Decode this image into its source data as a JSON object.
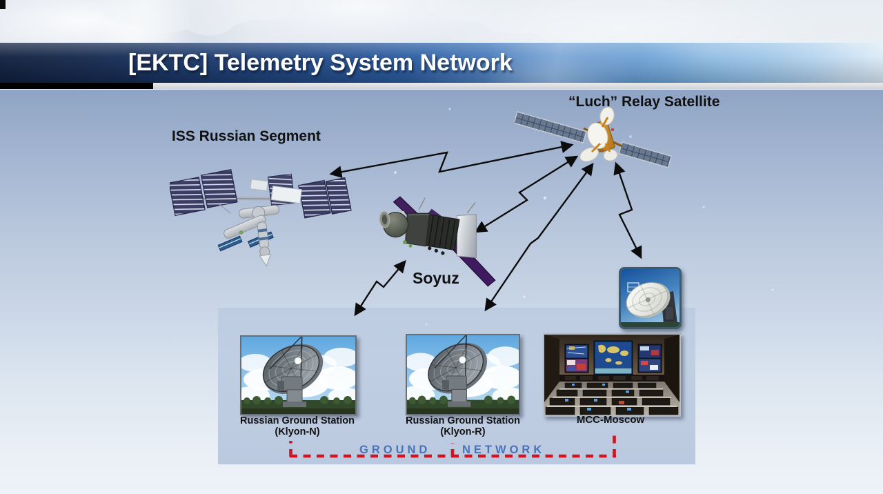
{
  "slide": {
    "title": "[EKTC] Telemetry System Network",
    "nodes": {
      "iss": {
        "label": "ISS Russian Segment",
        "type": "spacecraft"
      },
      "luch": {
        "label": "“Luch” Relay Satellite",
        "type": "relay-satellite"
      },
      "soyuz": {
        "label": "Soyuz",
        "type": "spacecraft"
      },
      "klyon_n": {
        "label": "Russian Ground Station",
        "sublabel": "(Klyon-N)",
        "type": "ground-station-photo"
      },
      "klyon_r": {
        "label": "Russian Ground Station",
        "sublabel": "(Klyon-R)",
        "type": "ground-station-photo"
      },
      "mcc": {
        "label": "MCC-Moscow",
        "type": "control-center-photo"
      },
      "relay_dish": {
        "label": "",
        "type": "relay-ground-antenna-photo"
      }
    },
    "edges": [
      {
        "from": "iss",
        "to": "luch",
        "bidirectional": true,
        "style": "zigzag-arrow"
      },
      {
        "from": "soyuz",
        "to": "luch",
        "bidirectional": true,
        "style": "zigzag-arrow"
      },
      {
        "from": "klyon_r",
        "to": "luch",
        "bidirectional": true,
        "style": "zigzag-arrow"
      },
      {
        "from": "relay_dish",
        "to": "luch",
        "bidirectional": true,
        "style": "zigzag-arrow"
      },
      {
        "from": "soyuz",
        "to": "klyon_n",
        "bidirectional": true,
        "style": "zigzag-arrow"
      }
    ],
    "ground_network_label": {
      "word1": "GROUND",
      "word2": "NETWORK"
    },
    "ground_network_bracket": {
      "style": "red-dashed",
      "connects": [
        "klyon_n",
        "klyon_r",
        "mcc"
      ]
    },
    "colors": {
      "banner_dark": "#101f3d",
      "banner_mid": "#2c5fa5",
      "accent_red": "#d11422",
      "ground_label_blue": "#4a72b6",
      "arrow_black": "#0c0c0c"
    }
  }
}
